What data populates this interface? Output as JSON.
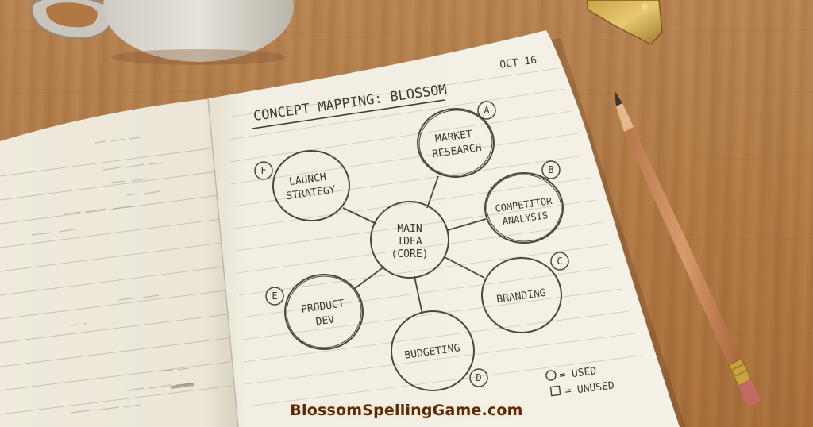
{
  "notebook": {
    "title": "CONCEPT MAPPING: BLOSSOM",
    "date": "OCT 16"
  },
  "diagram": {
    "center": {
      "label_lines": [
        "MAIN",
        "IDEA",
        "(CORE)"
      ]
    },
    "nodes": [
      {
        "tag": "A",
        "label_lines": [
          "MARKET",
          "RESEARCH"
        ]
      },
      {
        "tag": "B",
        "label_lines": [
          "COMPETITOR",
          "ANALYSIS"
        ]
      },
      {
        "tag": "C",
        "label_lines": [
          "BRANDING"
        ]
      },
      {
        "tag": "D",
        "label_lines": [
          "BUDGETING"
        ]
      },
      {
        "tag": "E",
        "label_lines": [
          "PRODUCT",
          "DEV"
        ]
      },
      {
        "tag": "F",
        "label_lines": [
          "LAUNCH",
          "STRATEGY"
        ]
      }
    ]
  },
  "legend": {
    "used": "= USED",
    "unused": "= UNUSED"
  },
  "caption": "BlossomSpellingGame.com",
  "colors": {
    "wood": "#b17a46",
    "paper": "#f1ecdf",
    "pencil_graphite": "#4a4540",
    "caption_text": "#5b2a0b"
  }
}
